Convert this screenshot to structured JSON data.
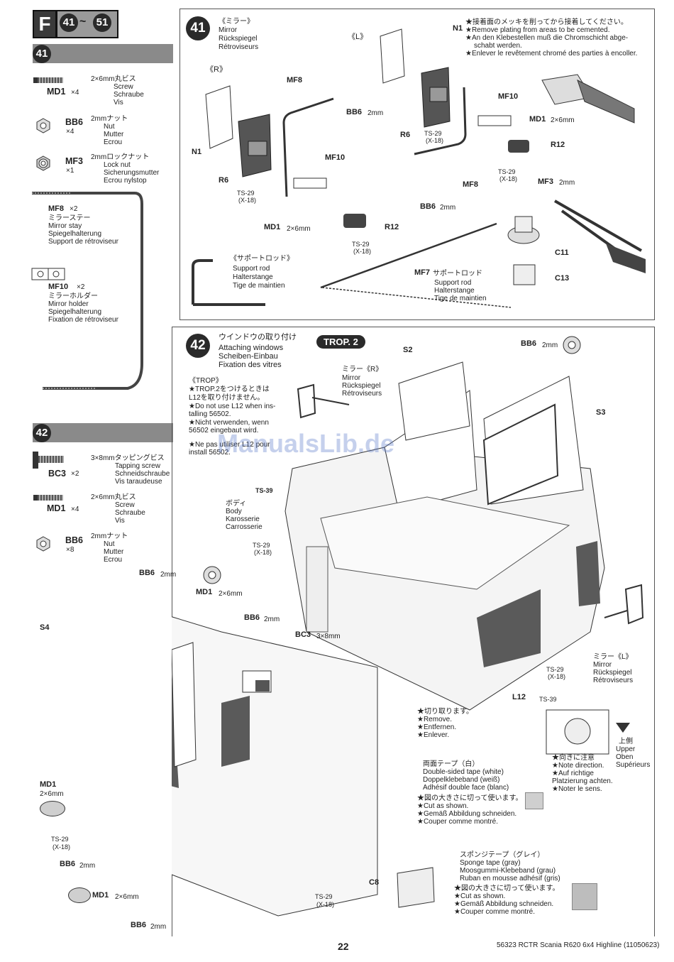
{
  "header": {
    "step_letter": "F",
    "step_from": "41",
    "range_sep": "~",
    "step_to": "51"
  },
  "sidebar41": {
    "step": "41",
    "parts": [
      {
        "code": "MD1",
        "qty": "×4",
        "l1": "2×6mm丸ビス",
        "l2": "Screw",
        "l3": "Schraube",
        "l4": "Vis"
      },
      {
        "code": "BB6",
        "qty": "×4",
        "l1": "2mmナット",
        "l2": "Nut",
        "l3": "Mutter",
        "l4": "Ecrou"
      },
      {
        "code": "MF3",
        "qty": "×1",
        "l1": "2mmロックナット",
        "l2": "Lock nut",
        "l3": "Sicherungsmutter",
        "l4": "Ecrou nylstop"
      }
    ],
    "mf8": {
      "code": "MF8",
      "qty": "×2",
      "l1": "ミラーステー",
      "l2": "Mirror stay",
      "l3": "Spiegelhalterung",
      "l4": "Support de rétroviseur"
    },
    "mf10": {
      "code": "MF10",
      "qty": "×2",
      "l1": "ミラーホルダー",
      "l2": "Mirror holder",
      "l3": "Spiegelhalterung",
      "l4": "Fixation de rétroviseur"
    }
  },
  "sidebar42": {
    "step": "42",
    "parts": [
      {
        "code": "BC3",
        "qty": "×2",
        "l1": "3×8mmタッピングビス",
        "l2": "Tapping screw",
        "l3": "Schneidschraube",
        "l4": "Vis taraudeuse"
      },
      {
        "code": "MD1",
        "qty": "×4",
        "l1": "2×6mm丸ビス",
        "l2": "Screw",
        "l3": "Schraube",
        "l4": "Vis"
      },
      {
        "code": "BB6",
        "qty": "×8",
        "l1": "2mmナット",
        "l2": "Nut",
        "l3": "Mutter",
        "l4": "Ecrou"
      }
    ]
  },
  "step41": {
    "num": "41",
    "title_jp": "《ミラー》",
    "title_en": "Mirror",
    "title_de": "Rückspiegel",
    "title_fr": "Rétroviseurs",
    "side_r": "《R》",
    "side_l": "《L》",
    "note": [
      "★接着面のメッキを削ってから接着してください。",
      "★Remove plating from areas to be cemented.",
      "★An den Klebestellen muß die Chromschicht abge-",
      "schabt werden.",
      "★Enlever le revêtement chromé des parties à encoller."
    ],
    "labels": {
      "n1a": "N1",
      "n1b": "N1",
      "mf8a": "MF8",
      "mf8b": "MF8",
      "mf10a": "MF10",
      "mf10b": "MF10",
      "bb6a": "BB6",
      "bb6a_size": "2mm",
      "bb6b": "BB6",
      "bb6b_size": "2mm",
      "r6a": "R6",
      "r6b": "R6",
      "r12a": "R12",
      "r12b": "R12",
      "md1a": "MD1",
      "md1a_size": "2×6mm",
      "md1b": "MD1",
      "md1b_size": "2×6mm",
      "mf3": "MF3",
      "mf3_size": "2mm",
      "c11": "C11",
      "c13": "C13",
      "ts29a": "TS-29",
      "x18a": "(X-18)",
      "ts29b": "TS-29",
      "x18b": "(X-18)",
      "ts29c": "TS-29",
      "x18c": "(X-18)",
      "ts29d": "TS-29",
      "x18d": "(X-18)"
    },
    "support": {
      "jp": "《サポートロッド》",
      "en": "Support rod",
      "de": "Halterstange",
      "fr": "Tige de maintien"
    },
    "mf7": {
      "code": "MF7",
      "jp": "サポートロッド",
      "en": "Support rod",
      "de": "Halterstange",
      "fr": "Tige de maintien"
    }
  },
  "step42": {
    "num": "42",
    "title_jp": "ウインドウの取り付け",
    "title_en": "Attaching windows",
    "title_de": "Scheiben-Einbau",
    "title_fr": "Fixation des vitres",
    "trop_badge": "TROP. 2",
    "trop_text": [
      "《TROP》",
      "★TROP.2をつけるときは",
      "L12を取り付けません。",
      "★Do not use L12 when ins-",
      "talling 56502.",
      "★Nicht verwenden, wenn",
      "56502 eingebaut wird.",
      "★Ne pas utiliser L12 pour",
      "install 56502."
    ],
    "mirror_r": {
      "jp": "ミラー《R》",
      "en": "Mirror",
      "de": "Rückspiegel",
      "fr": "Rétroviseurs"
    },
    "mirror_l": {
      "jp": "ミラー《L》",
      "en": "Mirror",
      "de": "Rückspiegel",
      "fr": "Rétroviseurs"
    },
    "body": {
      "jp": "ボディ",
      "en": "Body",
      "de": "Karosserie",
      "fr": "Carrosserie"
    },
    "labels": {
      "s2": "S2",
      "s3": "S3",
      "s4": "S4",
      "ts39a": "TS-39",
      "bb6_top": "BB6",
      "bb6_top_size": "2mm",
      "ts29e": "TS-29",
      "x18e": "(X-18)",
      "ts29f": "TS-29",
      "x18f": "(X-18)",
      "l12": "L12",
      "ts39b": "TS-39",
      "bb6_l": "BB6",
      "bb6_l_size": "2mm",
      "md1_l": "MD1",
      "md1_l_size": "2×6mm",
      "bb6_m": "BB6",
      "bb6_m_size": "2mm",
      "bc3": "BC3",
      "bc3_size": "3×8mm",
      "md1_s": "MD1",
      "md1_s_size": "2×6mm",
      "ts29g": "TS-29",
      "x18g": "(X-18)",
      "bb6_n": "BB6",
      "bb6_n_size": "2mm",
      "md1_b": "MD1",
      "md1_b_size": "2×6mm",
      "bb6_bot": "BB6",
      "bb6_bot_size": "2mm",
      "ts29h": "TS-29",
      "x18h": "(X-18)",
      "c8": "C8"
    },
    "cut": [
      "★切り取ります。",
      "★Remove.",
      "★Entfernen.",
      "★Enlever."
    ],
    "tape_white": [
      "両面テープ（白）",
      "Double-sided tape (white)",
      "Doppelklebeband (weiß)",
      "Adhésif double face (blanc)"
    ],
    "up": [
      "上側",
      "Upper",
      "Oben",
      "Supérieurs"
    ],
    "direction": [
      "★向きに注意",
      "★Note direction.",
      "★Auf richtige",
      "Platzierung achten.",
      "★Noter le sens."
    ],
    "cut_shown1": [
      "★図の大きさに切って使います。",
      "★Cut as shown.",
      "★Gemäß Abbildung schneiden.",
      "★Couper comme montré."
    ],
    "sponge": [
      "スポンジテープ（グレイ）",
      "Sponge tape (gray)",
      "Moosgummi-Klebeband (grau)",
      "Ruban en mousse adhésif (gris)"
    ],
    "cut_shown2": [
      "★図の大きさに切って使います。",
      "★Cut as shown.",
      "★Gemäß Abbildung schneiden.",
      "★Couper comme montré."
    ]
  },
  "watermark": "ManualsLib.de",
  "footer": {
    "page": "22",
    "model": "56323 RCTR Scania R620 6x4 Highline (11050623)"
  }
}
